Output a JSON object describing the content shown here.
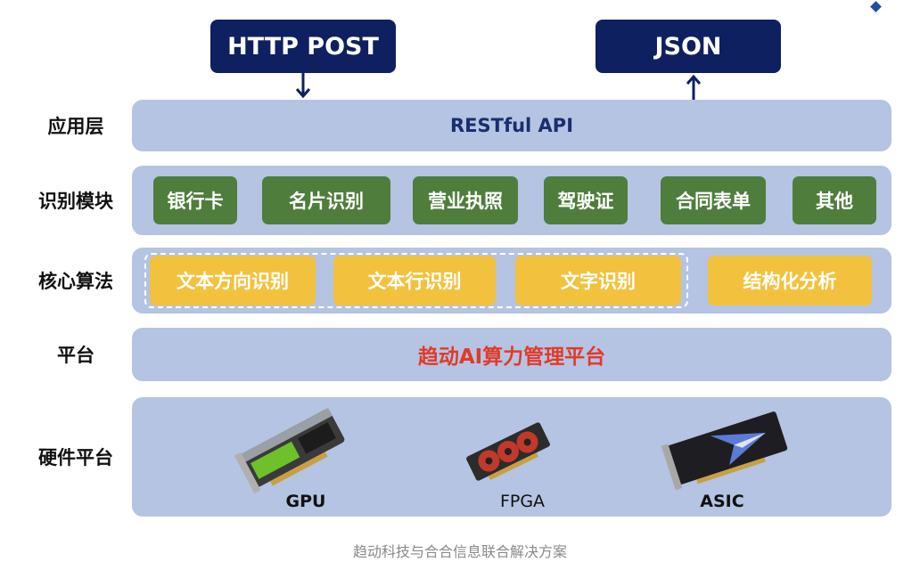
{
  "top": {
    "request_label": "HTTP POST",
    "response_label": "JSON"
  },
  "layers": {
    "application": {
      "label": "应用层",
      "content": "RESTful API"
    },
    "recognition": {
      "label": "识别模块",
      "items": [
        "银行卡",
        "名片识别",
        "营业执照",
        "驾驶证",
        "合同表单",
        "其他"
      ]
    },
    "core": {
      "label": "核心算法",
      "items": [
        "文本方向识别",
        "文本行识别",
        "文字识别",
        "结构化分析"
      ]
    },
    "platform": {
      "label": "平台",
      "content": "趋动AI算力管理平台"
    },
    "hardware": {
      "label": "硬件平台",
      "items": [
        "GPU",
        "FPGA",
        "ASIC"
      ]
    }
  },
  "caption": "趋动科技与合合信息联合解决方案",
  "colors": {
    "navy": "#0f2060",
    "band": "#b4c4e2",
    "green_chip": "#4f7d3b",
    "yellow_chip": "#f2c23e",
    "platform_text": "#e23a2a"
  }
}
